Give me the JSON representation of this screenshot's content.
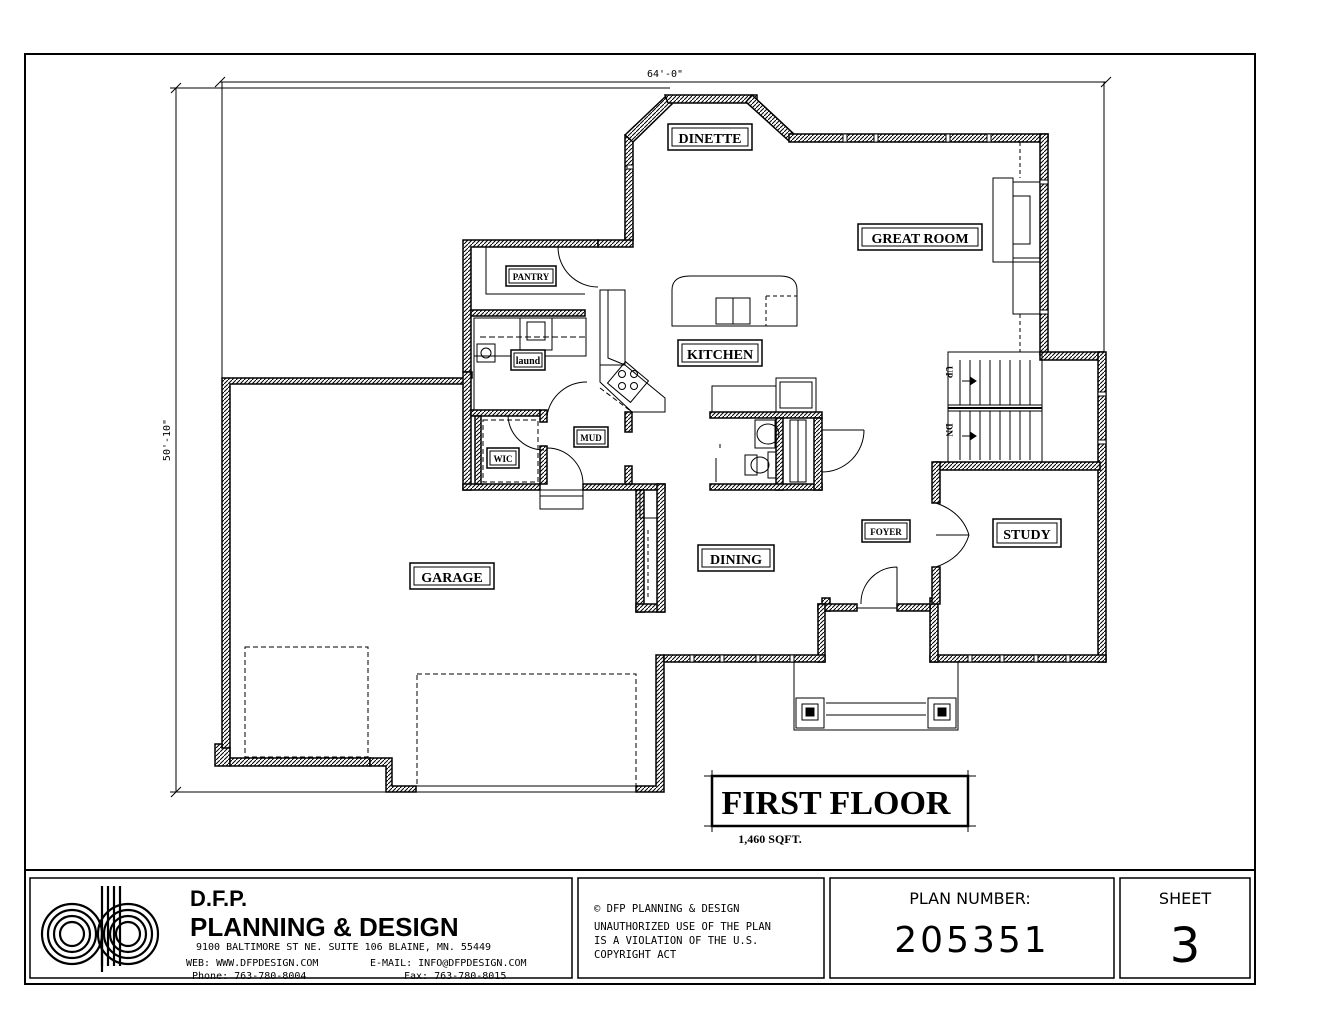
{
  "dimensions": {
    "width": "64'-0\"",
    "depth": "50'-10\""
  },
  "rooms": {
    "dinette": "DINETTE",
    "great_room": "GREAT ROOM",
    "pantry": "PANTRY",
    "kitchen": "KITCHEN",
    "laundry": "laund",
    "mud": "MUD",
    "wic": "WIC",
    "garage": "GARAGE",
    "dining": "DINING",
    "foyer": "FOYER",
    "study": "STUDY"
  },
  "stairs": {
    "up": "UP",
    "down": "DN"
  },
  "floor": {
    "title": "FIRST FLOOR",
    "area": "1,460 SQFT."
  },
  "title_block": {
    "company_line1": "D.F.P.",
    "company_line2": "PLANNING & DESIGN",
    "address": "9100 BALTIMORE ST NE. SUITE 106 BLAINE, MN. 55449",
    "web": "WEB: WWW.DFPDESIGN.COM",
    "email": "E-MAIL: INFO@DFPDESIGN.COM",
    "phone": "Phone: 763-780-8004",
    "fax": "Fax: 763-780-8015",
    "copyright": [
      "© DFP PLANNING & DESIGN",
      "UNAUTHORIZED USE OF THE PLAN",
      "IS A VIOLATION OF THE U.S.",
      "COPYRIGHT ACT"
    ],
    "plan_number_label": "PLAN NUMBER:",
    "plan_number": "205351",
    "sheet_label": "SHEET",
    "sheet_number": "3"
  }
}
